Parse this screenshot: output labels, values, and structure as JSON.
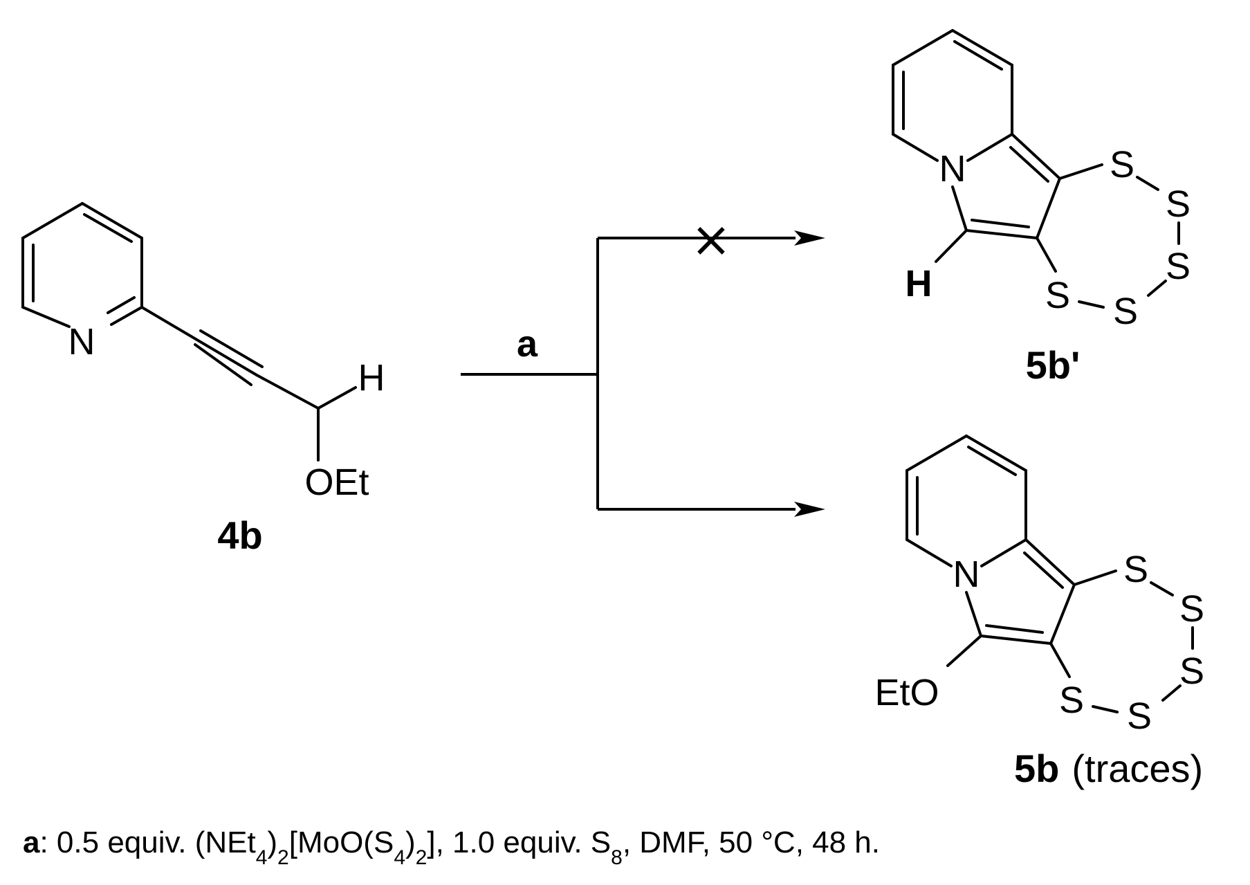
{
  "scheme": {
    "compounds": {
      "c4b": {
        "label": "4b",
        "atoms": {
          "n": "N",
          "h": "H",
          "oet": "OEt"
        }
      },
      "c5b_prime": {
        "label": "5b'",
        "atoms": {
          "n": "N",
          "h": "H",
          "s1": "S",
          "s2": "S",
          "s3": "S",
          "s4": "S",
          "s5": "S"
        }
      },
      "c5b": {
        "label": "5b",
        "note": "(traces)",
        "atoms": {
          "n": "N",
          "eto": "EtO",
          "s1": "S",
          "s2": "S",
          "s3": "S",
          "s4": "S",
          "s5": "S"
        }
      }
    },
    "reagent_label": "a",
    "blocked_mark": "×"
  },
  "footnote": {
    "key": "a",
    "sep": ": 0.5 equiv.  (NEt",
    "sub1": "4",
    "t2": ")",
    "sub2": "2",
    "t3": "[MoO(S",
    "sub3": "4",
    "t4": ")",
    "sub4": "2",
    "t5": "], 1.0 equiv.  S",
    "sub5": "8",
    "t6": ", DMF,  50 °C, 48 h."
  }
}
